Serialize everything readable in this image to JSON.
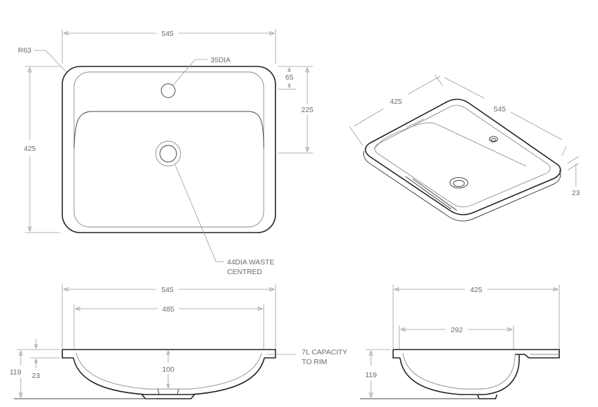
{
  "labels": {
    "corner_radius": "R63",
    "tap_hole": "35DIA",
    "waste_line1": "44DIA WASTE",
    "waste_line2": "CENTRED",
    "capacity_line1": "7L CAPACITY",
    "capacity_line2": "TO RIM"
  },
  "dimensions": {
    "plan_width": "545",
    "plan_depth": "425",
    "plan_tap_offset": "65",
    "plan_bowl_back": "225",
    "iso_depth": "425",
    "iso_width": "545",
    "iso_rim": "23",
    "front_width": "545",
    "front_inner_width": "485",
    "front_height": "119",
    "front_rim": "23",
    "front_bowl_depth": "100",
    "side_width": "425",
    "side_inner_width": "292",
    "side_height": "119"
  }
}
